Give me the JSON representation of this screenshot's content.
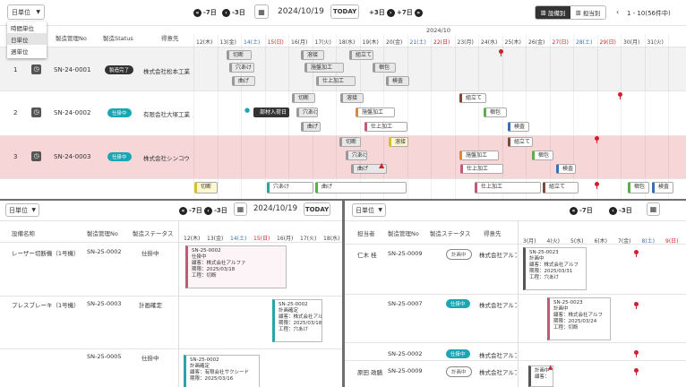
{
  "top": {
    "unit_select": "日単位",
    "unit_options": [
      "時間単位",
      "日単位",
      "週単位"
    ],
    "nav_prev7": "-7日",
    "nav_prev3": "-3日",
    "date": "2024/10/19",
    "today": "TODAY",
    "nav_next3": "+3日",
    "nav_next7": "+7日",
    "view_equipment": "設備別",
    "view_staff": "担当別",
    "range": "1 - 10(56件中)",
    "month": "2024/10",
    "days": [
      "12(木)",
      "13(金)",
      "14(土)",
      "15(日)",
      "16(月)",
      "17(火)",
      "18(水)",
      "19(木)",
      "20(金)",
      "21(土)",
      "22(日)",
      "23(月)",
      "24(水)",
      "25(木)",
      "26(金)",
      "27(日)",
      "28(土)",
      "29(日)",
      "30(月)",
      "31(火)"
    ],
    "col_no": "製造管理No",
    "col_status": "製造Status",
    "col_customer": "得意先",
    "rows": [
      {
        "idx": "1",
        "no": "SN-24-0001",
        "status": "製造完了",
        "customer": "株式会社松本工業"
      },
      {
        "idx": "2",
        "no": "SN-24-0002",
        "status": "仕掛中",
        "customer": "有限会社大塚工業"
      },
      {
        "idx": "3",
        "no": "SN-24-0003",
        "status": "仕掛中",
        "customer": "株式会社シンコウ"
      }
    ],
    "bars": {
      "r1": [
        "切断",
        "溶接",
        "組立て",
        "穴あけ",
        "施盤加工",
        "梱包",
        "曲げ",
        "仕上加工",
        "検査"
      ],
      "r2": [
        "切断",
        "溶接",
        "組立て",
        "部材入荷日",
        "穴あけ",
        "施盤加工",
        "梱包",
        "曲げ",
        "仕上加工",
        "検査"
      ],
      "r3": [
        "切断",
        "溶接",
        "組立て",
        "穴あけ",
        "施盤加工",
        "梱包",
        "曲げ",
        "仕上加工",
        "検査"
      ],
      "r4": [
        "切断",
        "穴あけ",
        "曲げ",
        "仕上加工",
        "組立て",
        "梱包",
        "検査"
      ]
    }
  },
  "left": {
    "unit_select": "日単位",
    "nav_prev7": "-7日",
    "nav_prev3": "-3日",
    "date": "2024/10/19",
    "today": "TODAY",
    "col_equipment": "設備名称",
    "col_no": "製造管理No",
    "col_status": "製造ステータス",
    "days": [
      "12(木)",
      "13(金)",
      "14(土)",
      "15(日)",
      "16(月)",
      "17(火)",
      "18(水)"
    ],
    "rows": [
      {
        "equipment": "レーザー切断機（1号機）",
        "no": "SN-25-0002",
        "status": "仕掛中"
      },
      {
        "equipment": "プレスブレーキ（1号機）",
        "no": "SN-25-0003",
        "status": "計画確定"
      },
      {
        "equipment": "",
        "no": "SN-25-0005",
        "status": "仕掛中"
      }
    ],
    "cards": [
      {
        "lines": [
          "SN-25-0002",
          "仕掛中",
          "顧客：株式会社アルファ",
          "期限：2025/03/18",
          "工程：切断"
        ]
      },
      {
        "lines": [
          "SN-25-0002",
          "計画確定",
          "顧客：株式会社アルフ",
          "期限：2025/03/18",
          "工程：穴あけ"
        ]
      },
      {
        "lines": [
          "SN-25-0002",
          "計画確定",
          "顧客：有限会社サクシード",
          "期限：2025/03/16"
        ]
      }
    ]
  },
  "right": {
    "unit_select": "日単位",
    "nav_prev7": "-7日",
    "nav_prev3": "-3日",
    "col_staff": "担当者",
    "col_no": "製造管理No",
    "col_status": "製造ステータス",
    "col_customer": "得意先",
    "days": [
      "3(月)",
      "4(火)",
      "5(水)",
      "6(木)",
      "7(金)",
      "8(土)",
      "9(日)"
    ],
    "rows": [
      {
        "staff": "仁木 桂",
        "no": "SN-25-0009",
        "status": "計画中",
        "customer": "株式会社アルフ"
      },
      {
        "staff": "",
        "no": "SN-25-0007",
        "status": "仕掛中",
        "customer": "株式会社アルフ"
      },
      {
        "staff": "",
        "no": "SN-25-0002",
        "status": "仕掛中",
        "customer": "株式会社アルフ"
      },
      {
        "staff": "原田 政膳",
        "no": "SN-25-0009",
        "status": "計画中",
        "customer": "株式会社アルフ"
      }
    ],
    "cards": [
      {
        "lines": [
          "SN-25-0023",
          "計画中",
          "顧客：株式会社アルフ",
          "期限：2025/03/31",
          "工程：穴あけ"
        ]
      },
      {
        "lines": [
          "SN-25-0023",
          "計画中",
          "顧客：株式会社アルフ",
          "期限：2025/03/24",
          "工程：切断"
        ]
      },
      {
        "lines": [
          "計画中",
          "顧客："
        ]
      }
    ]
  },
  "colors": {
    "accent": "#1aa6b2",
    "weekend_blue": "#3a6fb0",
    "weekend_red": "#d0202a",
    "row_pink": "#f6d6d6"
  }
}
